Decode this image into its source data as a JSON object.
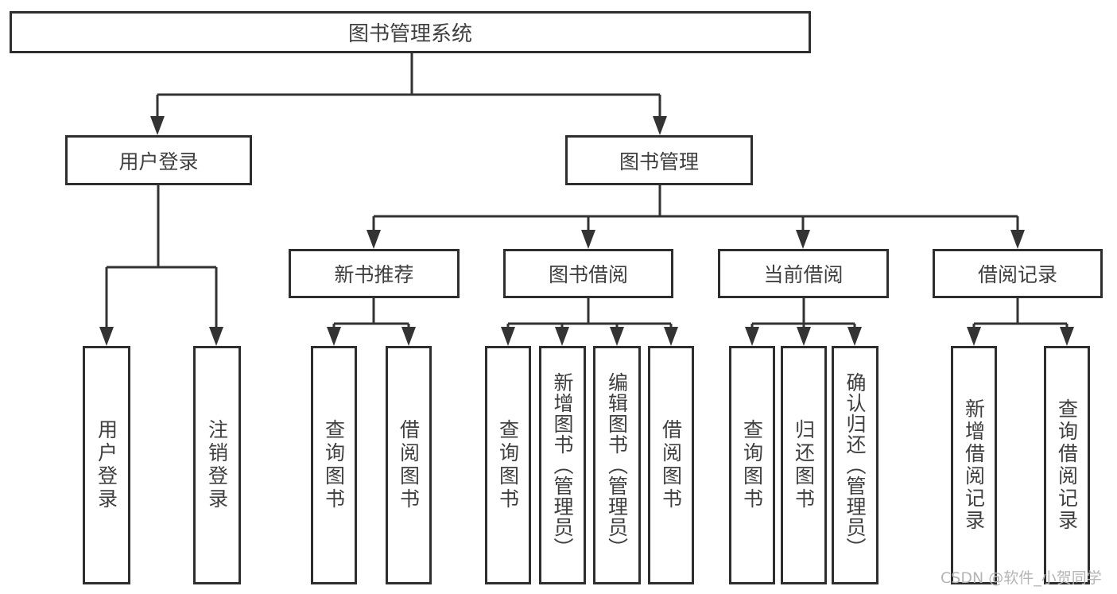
{
  "tree": {
    "root": {
      "label": "图书管理系统"
    },
    "level2": [
      {
        "label": "用户登录"
      },
      {
        "label": "图书管理"
      }
    ],
    "level3": [
      {
        "label": "新书推荐"
      },
      {
        "label": "图书借阅"
      },
      {
        "label": "当前借阅"
      },
      {
        "label": "借阅记录"
      }
    ],
    "leaves": {
      "user_login": [
        {
          "label": "用户登录"
        },
        {
          "label": "注销登录"
        }
      ],
      "new_book": [
        {
          "label": "查询图书"
        },
        {
          "label": "借阅图书"
        }
      ],
      "book_borrow": [
        {
          "label": "查询图书"
        },
        {
          "label": "新增图书（管理员）"
        },
        {
          "label": "编辑图书（管理员）"
        },
        {
          "label": "借阅图书"
        }
      ],
      "current_borrow": [
        {
          "label": "查询图书"
        },
        {
          "label": "归还图书"
        },
        {
          "label": "确认归还（管理员）"
        }
      ],
      "borrow_records": [
        {
          "label": "新增借阅记录"
        },
        {
          "label": "查询借阅记录"
        }
      ]
    }
  },
  "watermark": "CSDN @软件_小贺同学",
  "colors": {
    "line": "#333333",
    "text": "#3f3f3f",
    "background": "#ffffff",
    "watermark": "#b5b5b5"
  }
}
